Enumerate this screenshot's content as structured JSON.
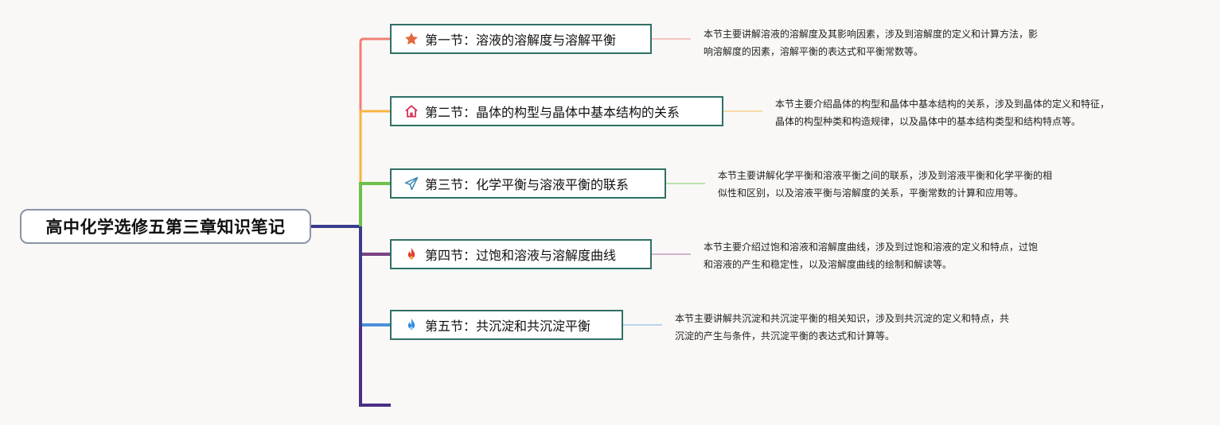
{
  "root": {
    "title": "高中化学选修五第三章知识笔记"
  },
  "topics": [
    {
      "icon": "star-icon",
      "label": "第一节：溶液的溶解度与溶解平衡",
      "color": "#f07f74",
      "note_lines": [
        "本节主要讲解溶液的溶解度及其影响因素，涉及到溶解度的定义和计算方法，影",
        "响溶解度的因素，溶解平衡的表达式和平衡常数等。"
      ]
    },
    {
      "icon": "home-icon",
      "label": "第二节：晶体的构型与晶体中基本结构的关系",
      "color": "#f6b440",
      "note_lines": [
        "本节主要介绍晶体的构型和晶体中基本结构的关系，涉及到晶体的定义和特征，",
        "晶体的构型种类和构造规律，以及晶体中的基本结构类型和结构特点等。"
      ]
    },
    {
      "icon": "paper-plane-icon",
      "label": "第三节：化学平衡与溶液平衡的联系",
      "color": "#6cc04a",
      "note_lines": [
        "本节主要讲解化学平衡和溶液平衡之间的联系，涉及到溶液平衡和化学平衡的相",
        "似性和区别，以及溶液平衡与溶解度的关系，平衡常数的计算和应用等。"
      ]
    },
    {
      "icon": "fire-icon",
      "label": "第四节：过饱和溶液与溶解度曲线",
      "color": "#8e3f7d",
      "note_lines": [
        "本节主要介绍过饱和溶液和溶解度曲线，涉及到过饱和溶液的定义和特点，过饱",
        "和溶液的产生和稳定性，以及溶解度曲线的绘制和解读等。"
      ]
    },
    {
      "icon": "blue-flame-icon",
      "label": "第五节：共沉淀和共沉淀平衡",
      "color": "#4f8fde",
      "note_lines": [
        "本节主要讲解共沉淀和共沉淀平衡的相关知识，涉及到共沉淀的定义和特点，共",
        "沉淀的产生与条件，共沉淀平衡的表达式和计算等。"
      ]
    }
  ],
  "colors": {
    "trunk": "#3a3b8c",
    "extra_branch": "#4b2e86",
    "topic_border": "#2f7066",
    "root_border": "#8a93a6"
  }
}
